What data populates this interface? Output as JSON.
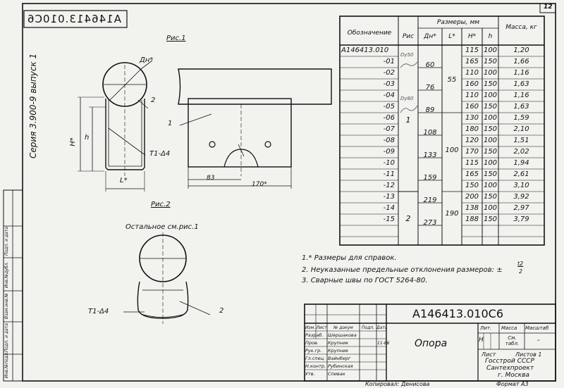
{
  "doc_code": "А146413.010С6",
  "doc_code_mirror": "А146413.010С6",
  "page_num": "12",
  "series_text": "Серия 3.900-9 выпуск 1",
  "fig1_label": "Рис.1",
  "fig2_label": "Рис.2",
  "fig2_note": "Остальное см.рис.1",
  "dims": {
    "dn": "Дн*",
    "h_star": "Н*",
    "h": "h",
    "l_star": "L*",
    "weld": "Т1-Δ4",
    "weld2": "Т1-Δ4",
    "d83": "83",
    "d170": "170*",
    "n1": "1",
    "n2": "2",
    "n2b": "2"
  },
  "side_stamp": [
    "Инв.№подл.",
    "Подп. и дата",
    "Взам.инв.№",
    "Инв.№дубл.",
    "Подп. и дата"
  ],
  "table": {
    "header_sizes": "Размеры, мм",
    "col_designation": "Обозначение",
    "col_fig": "Рис",
    "col_dn": "Дн*",
    "col_l": "L*",
    "col_h_star": "Н*",
    "col_h": "h",
    "col_mass": "Масса, кг",
    "rows": [
      {
        "d": "А146413.010",
        "dn": "",
        "h_star": "115",
        "h": "100",
        "mass": "1,20"
      },
      {
        "d": "-01",
        "dn": "60",
        "h_star": "165",
        "h": "150",
        "mass": "1,66"
      },
      {
        "d": "-02",
        "dn": "",
        "h_star": "110",
        "h": "100",
        "mass": "1,16"
      },
      {
        "d": "-03",
        "dn": "76",
        "h_star": "160",
        "h": "150",
        "mass": "1,63"
      },
      {
        "d": "-04",
        "dn": "",
        "h_star": "110",
        "h": "100",
        "mass": "1,16"
      },
      {
        "d": "-05",
        "dn": "89",
        "h_star": "160",
        "h": "150",
        "mass": "1,63"
      },
      {
        "d": "-06",
        "dn": "",
        "h_star": "130",
        "h": "100",
        "mass": "1,59"
      },
      {
        "d": "-07",
        "dn": "108",
        "h_star": "180",
        "h": "150",
        "mass": "2,10"
      },
      {
        "d": "-08",
        "dn": "",
        "h_star": "120",
        "h": "100",
        "mass": "1,51"
      },
      {
        "d": "-09",
        "dn": "133",
        "h_star": "170",
        "h": "150",
        "mass": "2,02"
      },
      {
        "d": "-10",
        "dn": "",
        "h_star": "115",
        "h": "100",
        "mass": "1,94"
      },
      {
        "d": "-11",
        "dn": "159",
        "h_star": "165",
        "h": "150",
        "mass": "2,61"
      },
      {
        "d": "-12",
        "dn": "",
        "h_star": "150",
        "h": "100",
        "mass": "3,10"
      },
      {
        "d": "-13",
        "dn": "219",
        "h_star": "200",
        "h": "150",
        "mass": "3,92"
      },
      {
        "d": "-14",
        "dn": "",
        "h_star": "138",
        "h": "100",
        "mass": "2,97"
      },
      {
        "d": "-15",
        "dn": "273",
        "h_star": "188",
        "h": "150",
        "mass": "3,79"
      }
    ],
    "fig_1": "1",
    "fig_2": "2",
    "l_55": "55",
    "l_100": "100",
    "l_190": "190",
    "hand_dy1": "Dу50",
    "hand_dy2": "Dу80"
  },
  "notes": [
    "1.* Размеры для справок.",
    "2. Неуказанные предельные отклонения размеров: ±",
    "3. Сварные швы по ГОСТ 5264-80."
  ],
  "tolerance_frac_top": "t2",
  "tolerance_frac_bot": "2",
  "title_block": {
    "code": "А146413.010С6",
    "name": "Опора",
    "lit_hdr": "Лит.",
    "mass_hdr": "Масса",
    "scale_hdr": "Масштаб",
    "lit_val": "Н",
    "mass_val": "См. табл.",
    "scale_val": "-",
    "sheet": "Лист",
    "sheets": "Листов 1",
    "org1": "Госстрой СССР",
    "org2": "Сантехпроект",
    "org3": "г. Москва",
    "col_hdr": [
      "Изм.",
      "Лист",
      "№ докум",
      "Подп.",
      "Дата"
    ],
    "roles": [
      "Разраб.",
      "Пров.",
      "Рук.гр.",
      "Гл.спец.",
      "Н.контр.",
      "Утв."
    ],
    "names": [
      "Шершакова",
      "Крупник",
      "Крупник",
      "Вайнберг",
      "Рубинская",
      "Спивак"
    ],
    "date1": "11-86"
  },
  "copied_by": "Копировал: Денисова",
  "format": "Формат А3"
}
